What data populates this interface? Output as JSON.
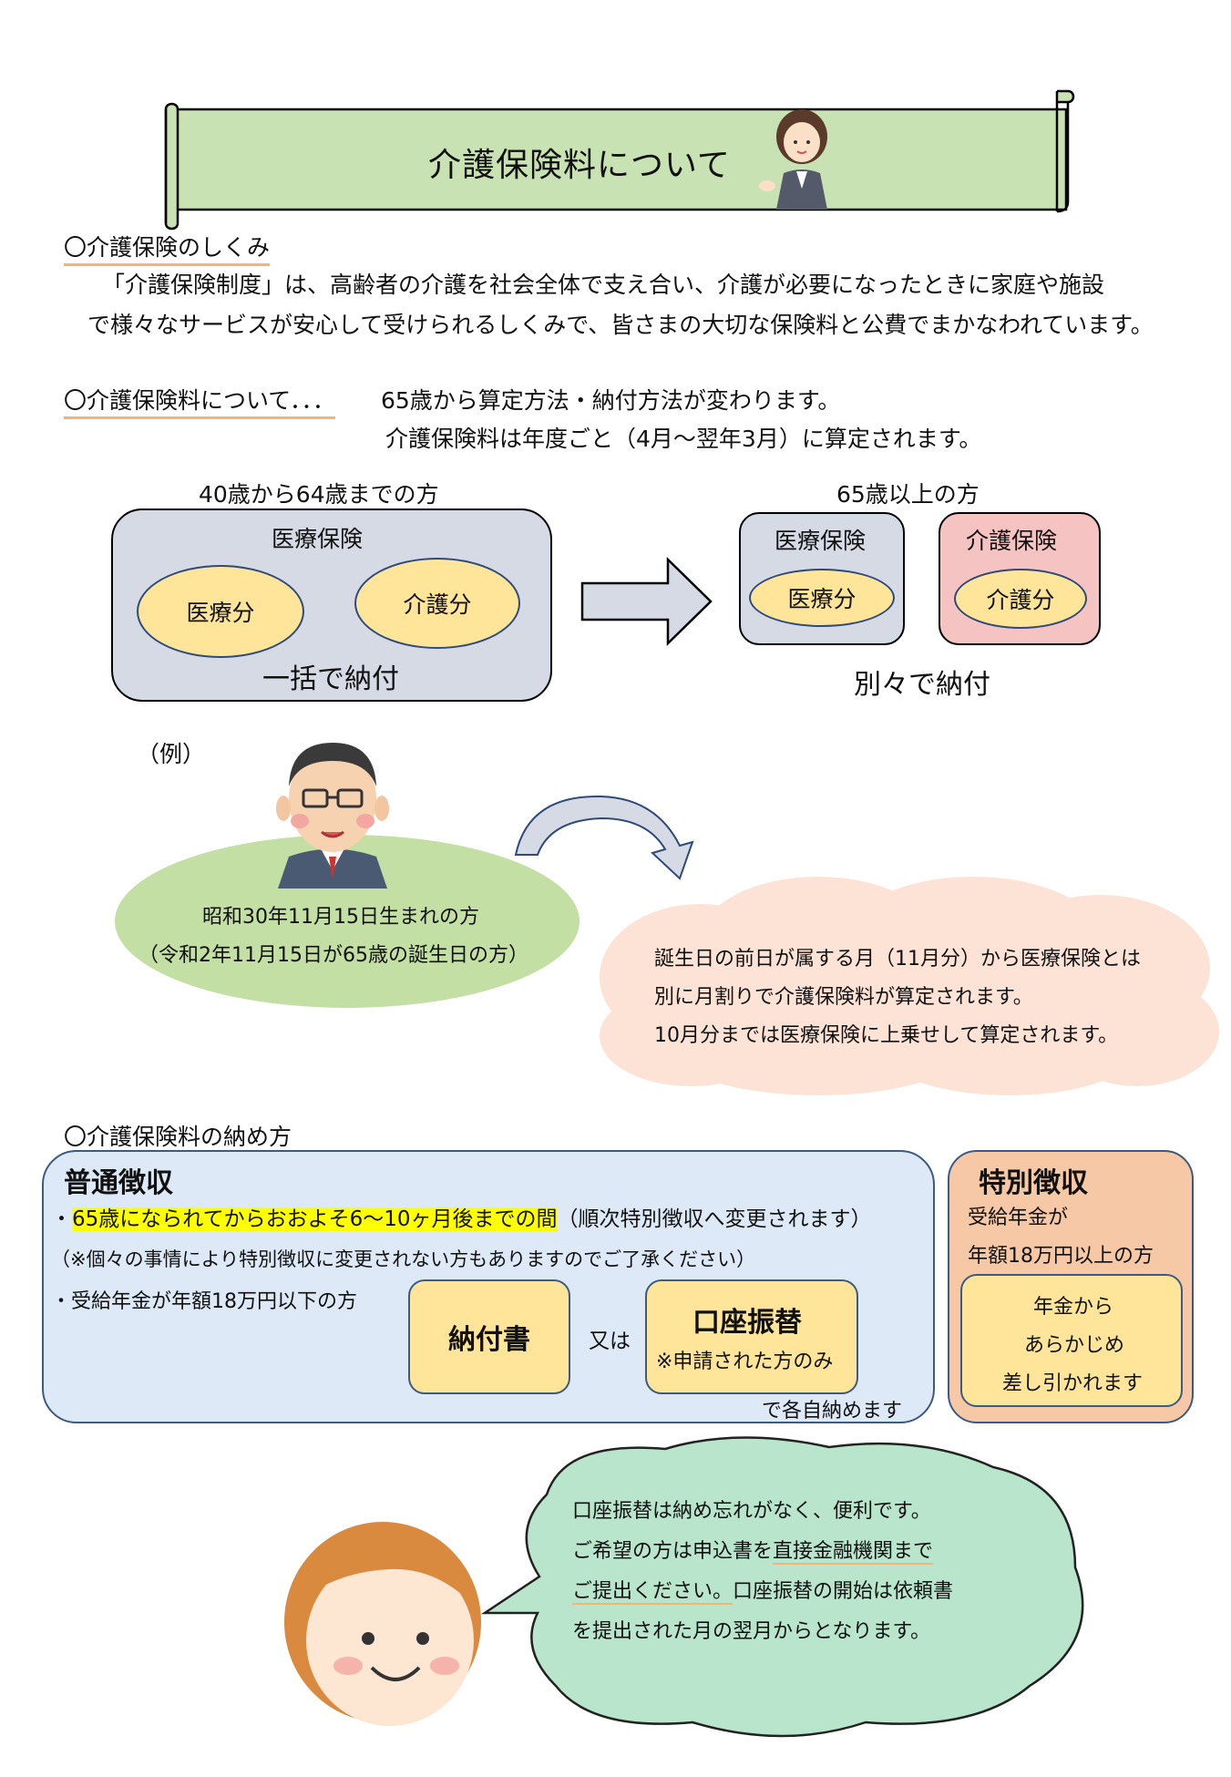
{
  "title": "介護保険料について",
  "section1": {
    "heading": "〇介護保険のしくみ",
    "line1": "「介護保険制度」は、高齢者の介護を社会全体で支え合い、介護が必要になったときに家庭や施設",
    "line2": "で様々なサービスが安心して受けられるしくみで、皆さまの大切な保険料と公費でまかなわれています。"
  },
  "section2": {
    "heading": "〇介護保険料について．．．",
    "line1": "65歳から算定方法・納付方法が変わります。",
    "line2": "介護保険料は年度ごと（4月～翌年3月）に算定されます。"
  },
  "diagram": {
    "left_label": "40歳から64歳までの方",
    "left_box_title": "医療保険",
    "left_ellipse1": "医療分",
    "left_ellipse2": "介護分",
    "left_note": "一括で納付",
    "right_label": "65歳以上の方",
    "right_box1_title": "医療保険",
    "right_box1_ellipse": "医療分",
    "right_box2_title": "介護保険",
    "right_box2_ellipse": "介護分",
    "right_note": "別々で納付"
  },
  "example": {
    "label": "（例）",
    "person_line1": "昭和30年11月15日生まれの方",
    "person_line2": "（令和2年11月15日が65歳の誕生日の方）",
    "cloud_line1": "誕生日の前日が属する月（11月分）から医療保険とは",
    "cloud_line2": "別に月割りで介護保険料が算定されます。",
    "cloud_line3": "10月分までは医療保険に上乗せして算定されます。"
  },
  "section3": {
    "heading": "〇介護保険料の納め方",
    "futsu": {
      "title": "普通徴収",
      "bullet1_prefix": "・",
      "bullet1_highlight": "65歳になられてからおおよそ6～10ヶ月後までの間",
      "bullet1_suffix": "（順次特別徴収へ変更されます）",
      "note": "（※個々の事情により特別徴収に変更されない方もありますのでご了承ください）",
      "bullet2": "・受給年金が年額18万円以下の方",
      "option1": "納付書",
      "or": "又は",
      "option2_title": "口座振替",
      "option2_note": "※申請された方のみ",
      "footer": "で各自納めます"
    },
    "tokubetsu": {
      "title": "特別徴収",
      "line1": "受給年金が",
      "line2": "年額18万円以上の方",
      "inner1": "年金から",
      "inner2": "あらかじめ",
      "inner3": "差し引かれます"
    }
  },
  "bubble": {
    "line1": "口座振替は納め忘れがなく、便利です。",
    "line2_a": "ご希望の方は申込書を",
    "line2_b": "直接金融機関まで",
    "line3_a": "ご提出ください。",
    "line3_b": "口座振替の開始は依頼書",
    "line4": "を提出された月の翌月からとなります。"
  },
  "colors": {
    "banner": "#c9e2b3",
    "box_gray": "#d5dae5",
    "box_pink": "#f6c3c3",
    "ellipse": "#ffe599",
    "highlight": "#ffff00",
    "futsu_bg": "#dde9f6",
    "tokubetsu_bg": "#f6c8a6",
    "cloud": "#fde2d6",
    "green_ellipse": "#c3dfa4",
    "bubble": "#b8e5cc"
  }
}
